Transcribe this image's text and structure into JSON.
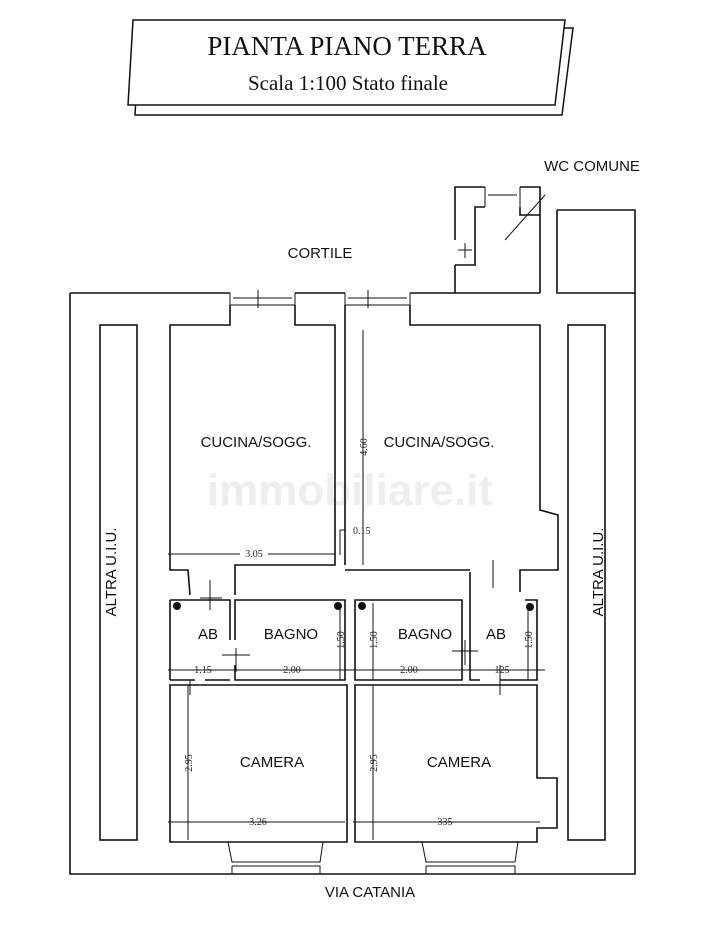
{
  "title": {
    "main": "PIANTA PIANO TERRA",
    "sub": "Scala 1:100 Stato finale"
  },
  "watermark": "immobiliare.it",
  "labels": {
    "wc": "WC COMUNE",
    "cortile": "CORTILE",
    "street": "VIA CATANIA",
    "altra_left": "ALTRA U.I.U.",
    "altra_right": "ALTRA U.I.U.",
    "cucina_left": "CUCINA/SOGG.",
    "cucina_right": "CUCINA/SOGG.",
    "ab_left": "AB",
    "bagno_left": "BAGNO",
    "bagno_right": "BAGNO",
    "ab_right": "AB",
    "camera_left": "CAMERA",
    "camera_right": "CAMERA"
  },
  "dimensions": {
    "cucina_left_w": "3.05",
    "cucina_right_h": "4.60",
    "wall": "0.15",
    "ab_left_w": "1.15",
    "bagno_left_w": "2.00",
    "bagno_left_h": "1.50",
    "bagno_right_h": "1.50",
    "bagno_right_w": "2.00",
    "ab_right_w": "125",
    "ab_right_h": "1.50",
    "camera_left_h": "2.95",
    "camera_left_w": "3.26",
    "camera_right_h": "2.95",
    "camera_right_w": "335"
  }
}
